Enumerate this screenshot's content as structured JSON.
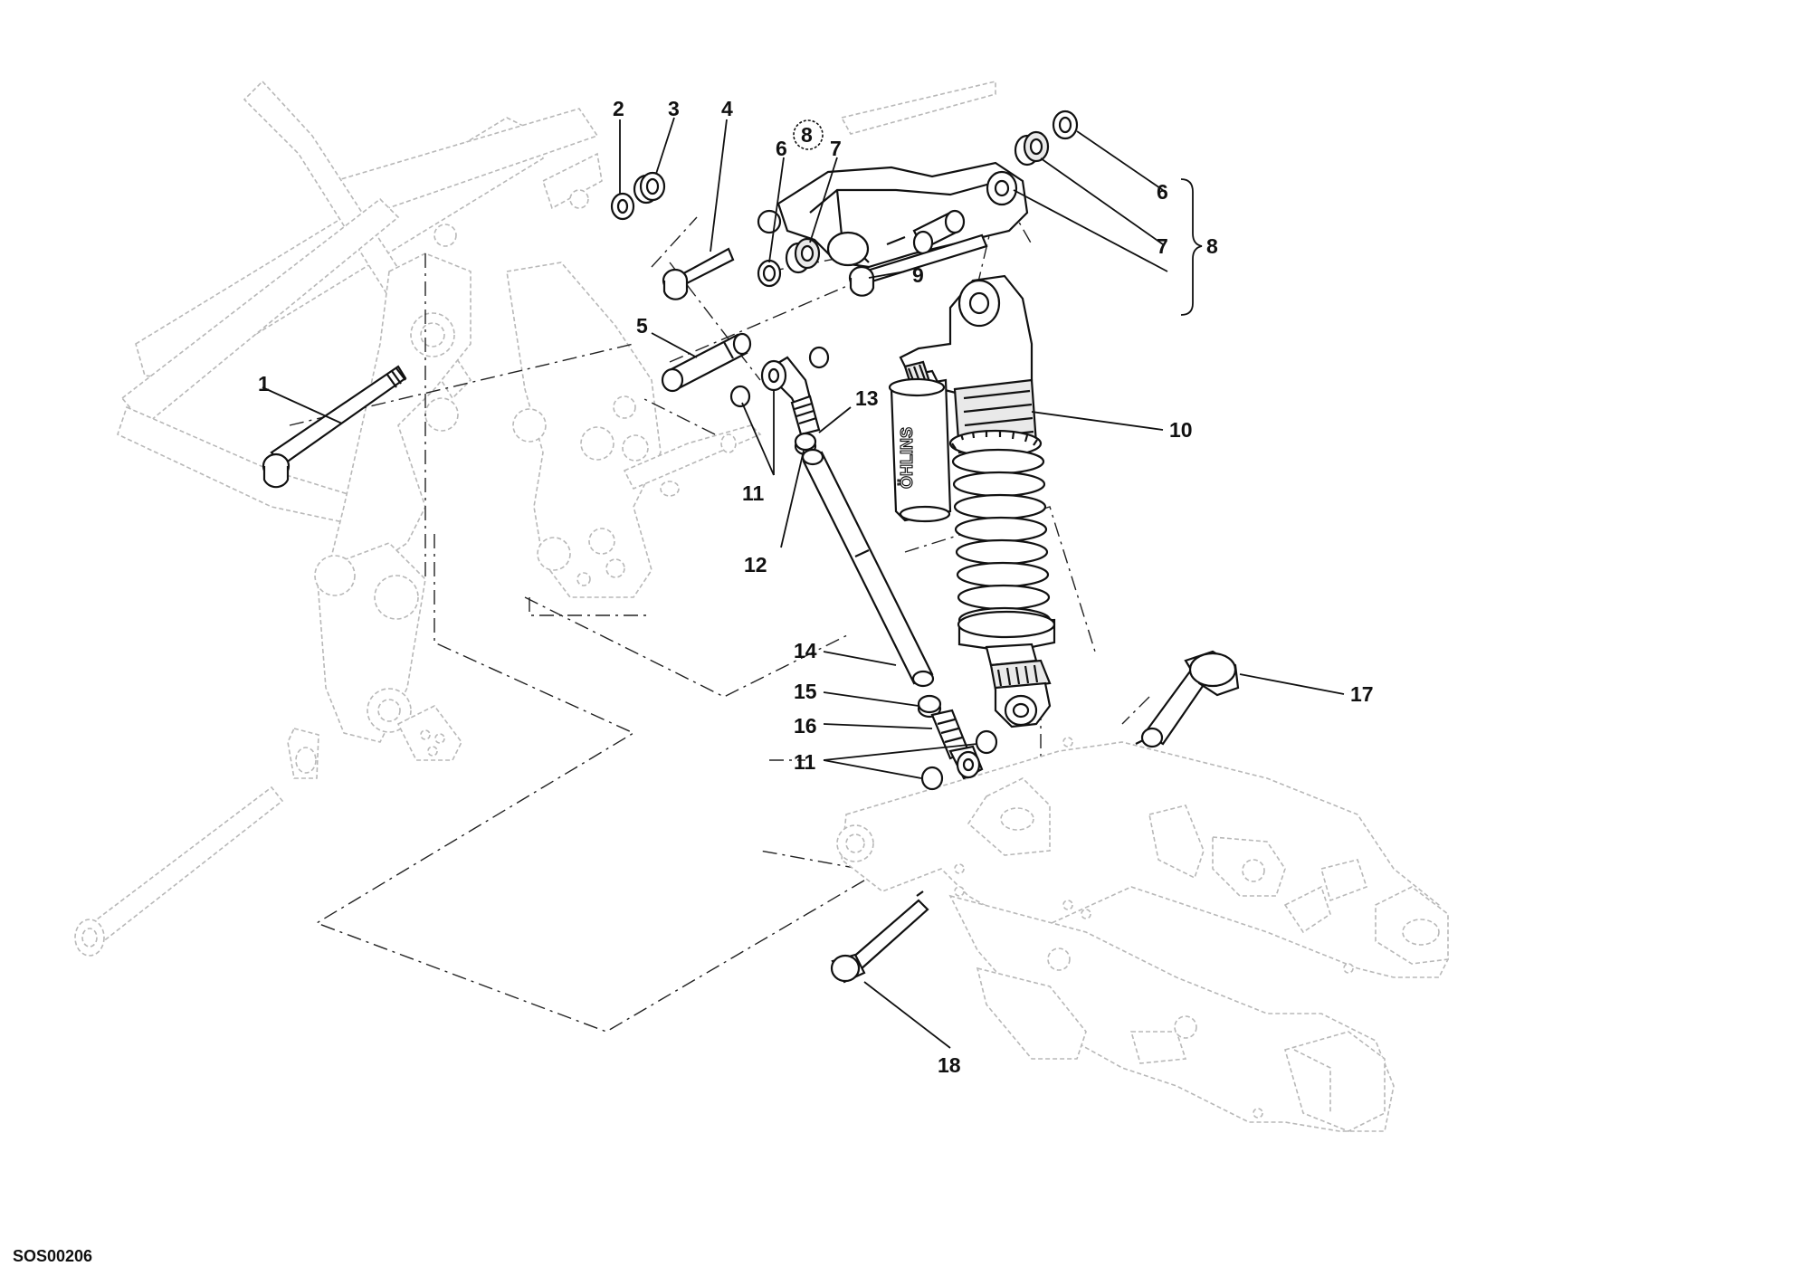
{
  "callouts": {
    "c1": "1",
    "c2": "2",
    "c3": "3",
    "c4": "4",
    "c5": "5",
    "c6a": "6",
    "c8a": "8",
    "c7a": "7",
    "c6b": "6",
    "c7b": "7",
    "c8b": "8",
    "c9": "9",
    "c10": "10",
    "c11a": "11",
    "c12": "12",
    "c13": "13",
    "c14": "14",
    "c15": "15",
    "c16": "16",
    "c11b": "11",
    "c17": "17",
    "c18": "18"
  },
  "drawing_code": "SOS00206",
  "shock_brand_text": "ÖHLINS"
}
